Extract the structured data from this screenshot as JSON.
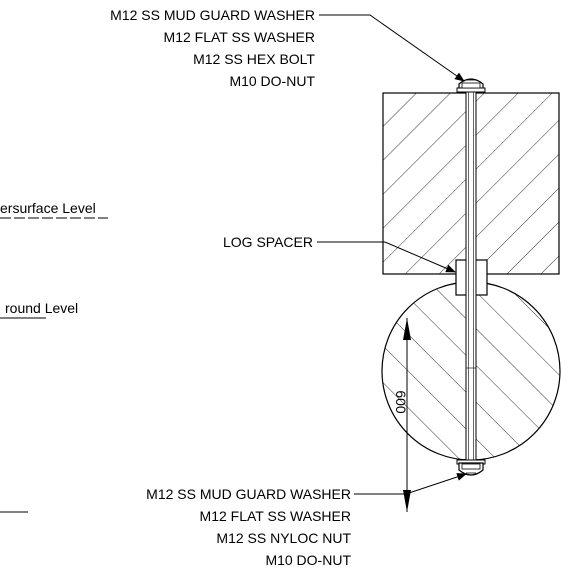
{
  "top_labels": [
    "M12 SS MUD GUARD WASHER",
    "M12 FLAT SS WASHER",
    "M12 SS HEX BOLT",
    "M10 DO-NUT"
  ],
  "bottom_labels": [
    "M12 SS MUD GUARD WASHER",
    "M12 FLAT SS WASHER",
    "M12 SS NYLOC NUT",
    "M10 DO-NUT"
  ],
  "log_spacer": "LOG SPACER",
  "watersurface_level": "ersurface Level",
  "ground_level": "round Level",
  "dimension": "600"
}
